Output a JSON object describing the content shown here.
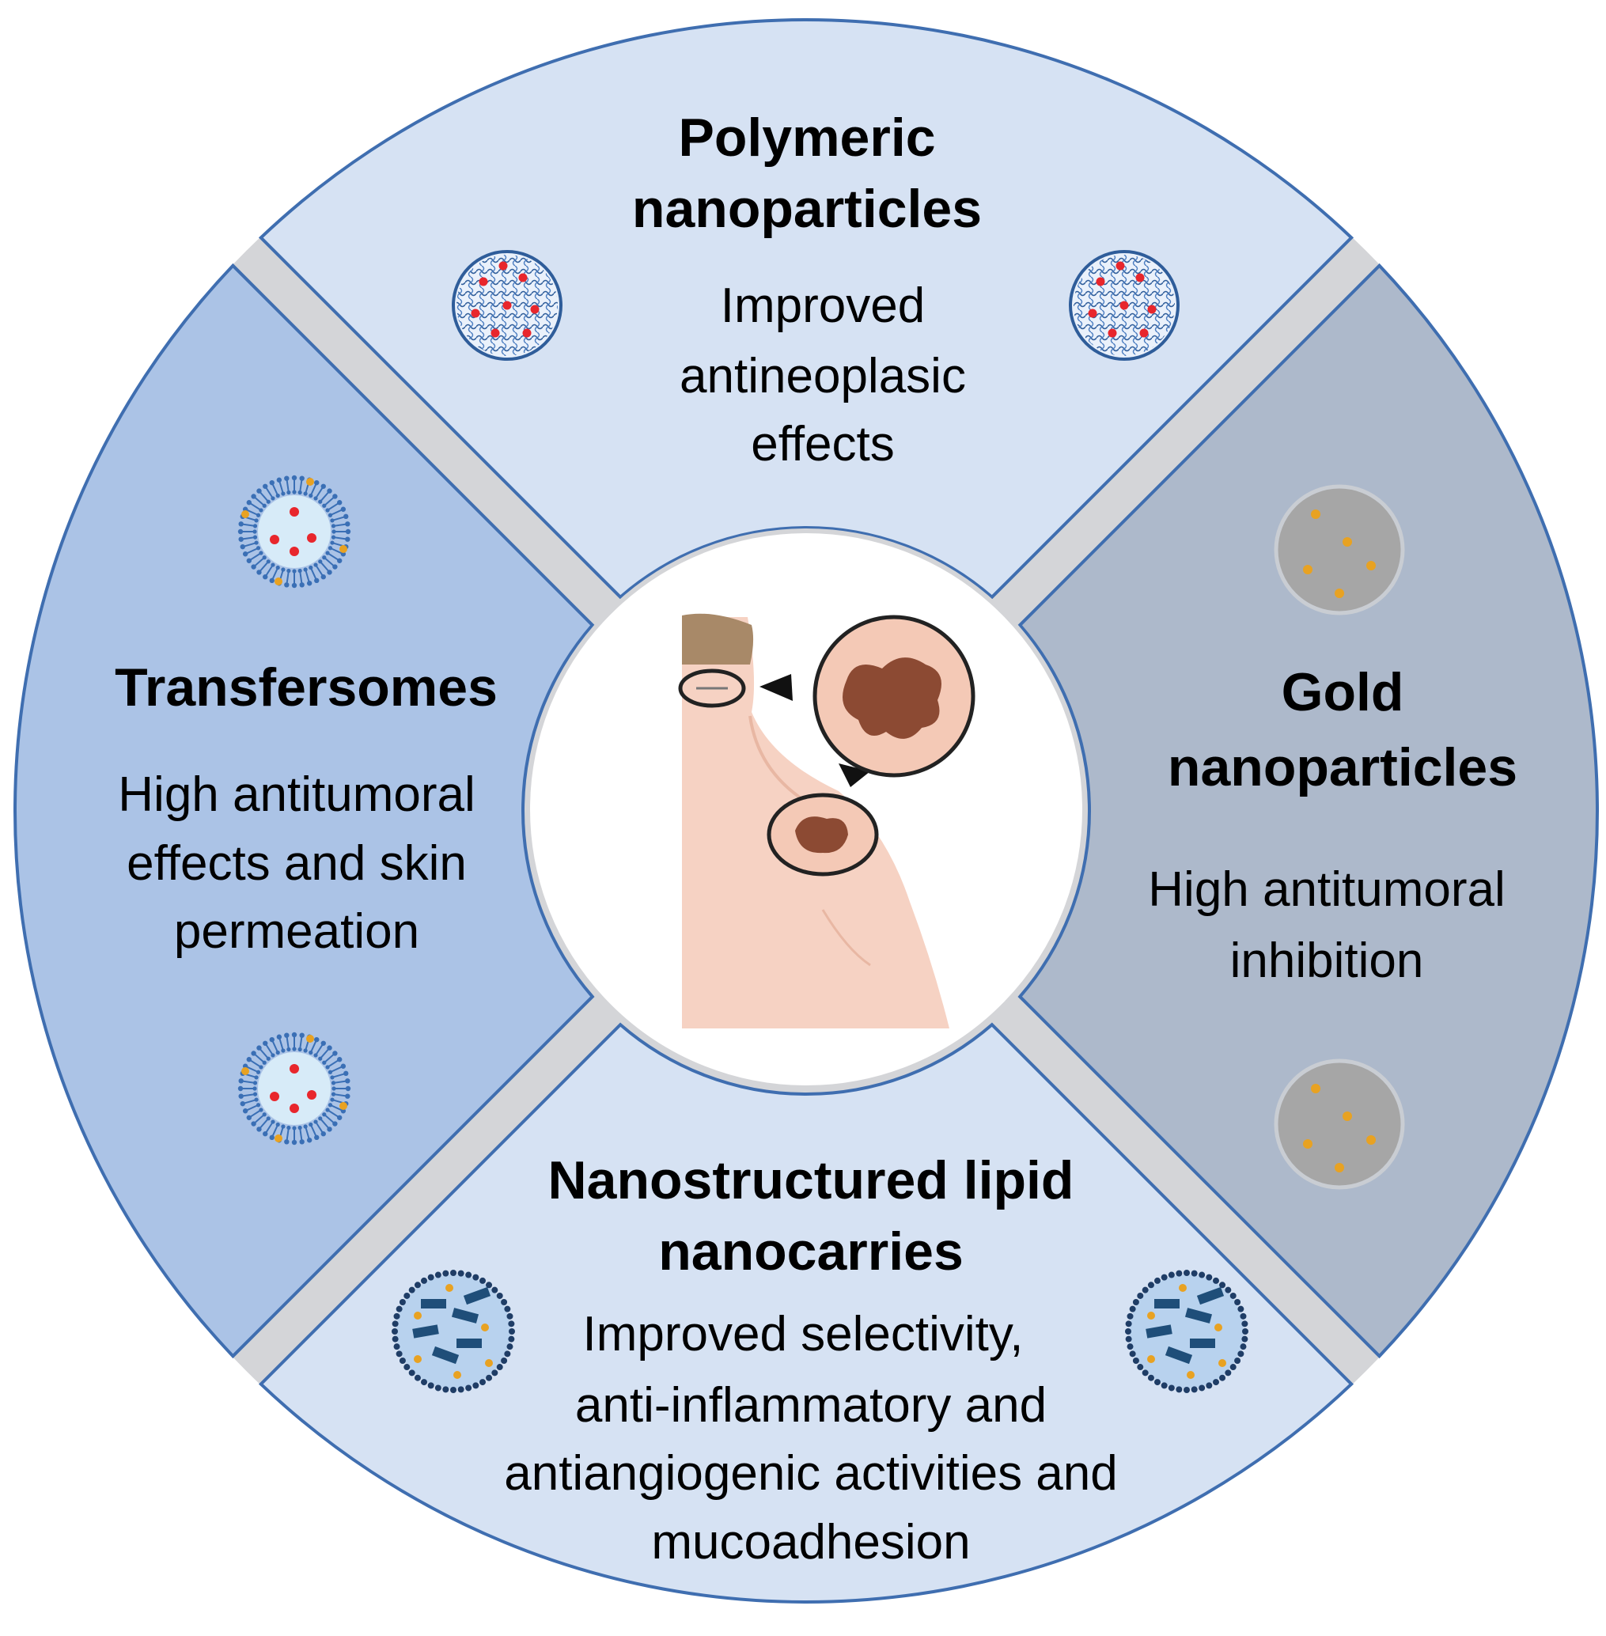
{
  "colors": {
    "outline": "#3f6eb0",
    "polymeric": "#d6e2f3",
    "transfersomes": "#abc3e6",
    "gold": "#adb9cb",
    "lipid": "#d6e2f3",
    "gap": "#d4d5d8",
    "gold_particle_fill": "#a6a6a6",
    "gold_dot": "#e8a222",
    "drug_dot": "#e8262c",
    "lipid_bar": "#1f4e79",
    "skin": "#f6d2c3",
    "hair": "#a88968",
    "lesion": "#8c4a33"
  },
  "sections": {
    "polymeric": {
      "title_lines": [
        "Polymeric",
        "nanoparticles"
      ],
      "desc_lines": [
        "Improved",
        "antineoplasic",
        "effects"
      ],
      "icon": "polymeric-nanoparticle-icon"
    },
    "transfersomes": {
      "title_lines": [
        "Transfersomes"
      ],
      "desc_lines": [
        "High antitumoral",
        "effects and skin",
        "permeation"
      ],
      "icon": "transfersome-vesicle-icon"
    },
    "gold": {
      "title_lines": [
        "Gold",
        "nanoparticles"
      ],
      "desc_lines": [
        "High antitumoral",
        "inhibition"
      ],
      "icon": "gold-nanoparticle-icon"
    },
    "lipid": {
      "title_lines": [
        "Nanostructured lipid",
        "nanocarries"
      ],
      "desc_lines": [
        "Improved selectivity,",
        "anti-inflammatory and",
        "antiangiogenic activities and",
        "mucoadhesion"
      ],
      "icon": "lipid-nanocarrier-icon"
    }
  },
  "center": {
    "icon": "melanoma-patient-icon"
  }
}
